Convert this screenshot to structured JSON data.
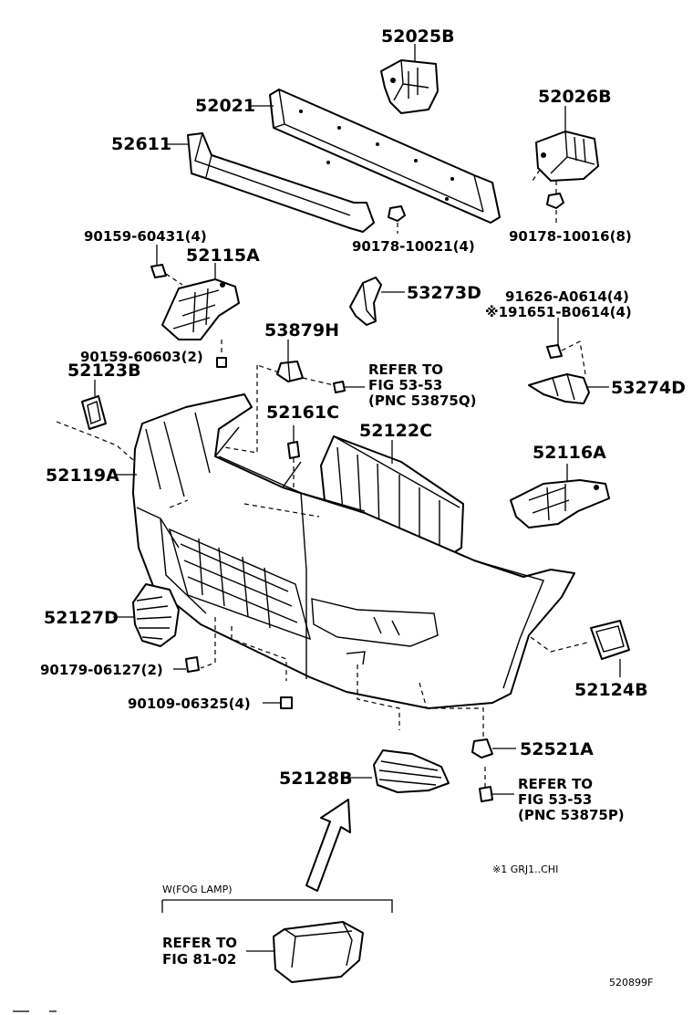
{
  "labels": {
    "p52025B": "52025B",
    "p52021": "52021",
    "p52026B": "52026B",
    "p52611": "52611",
    "p90159_60431": "90159-60431(4)",
    "p52115A": "52115A",
    "p90178_10021": "90178-10021(4)",
    "p90178_10016": "90178-10016(8)",
    "p53273D": "53273D",
    "p91626": "91626-A0614(4)",
    "p91651": "※191651-B0614(4)",
    "p53879H": "53879H",
    "p90159_60603": "90159-60603(2)",
    "p52123B": "52123B",
    "ref1_line1": "REFER TO",
    "ref1_line2": "FIG 53-53",
    "ref1_line3": "(PNC 53875Q)",
    "p53274D": "53274D",
    "p52161C": "52161C",
    "p52122C": "52122C",
    "p52116A": "52116A",
    "p52119A": "52119A",
    "p52127D": "52127D",
    "p90179_06127": "90179-06127(2)",
    "p90109_06325": "90109-06325(4)",
    "p52124B": "52124B",
    "p52521A": "52521A",
    "p52128B": "52128B",
    "ref2_line1": "REFER TO",
    "ref2_line2": "FIG 53-53",
    "ref2_line3": "(PNC 53875P)",
    "note1": "※1 GRJ1..CHI",
    "fog_header": "W(FOG LAMP)",
    "ref3_line1": "REFER TO",
    "ref3_line2": "FIG 81-02",
    "diagram_id": "520899F"
  }
}
